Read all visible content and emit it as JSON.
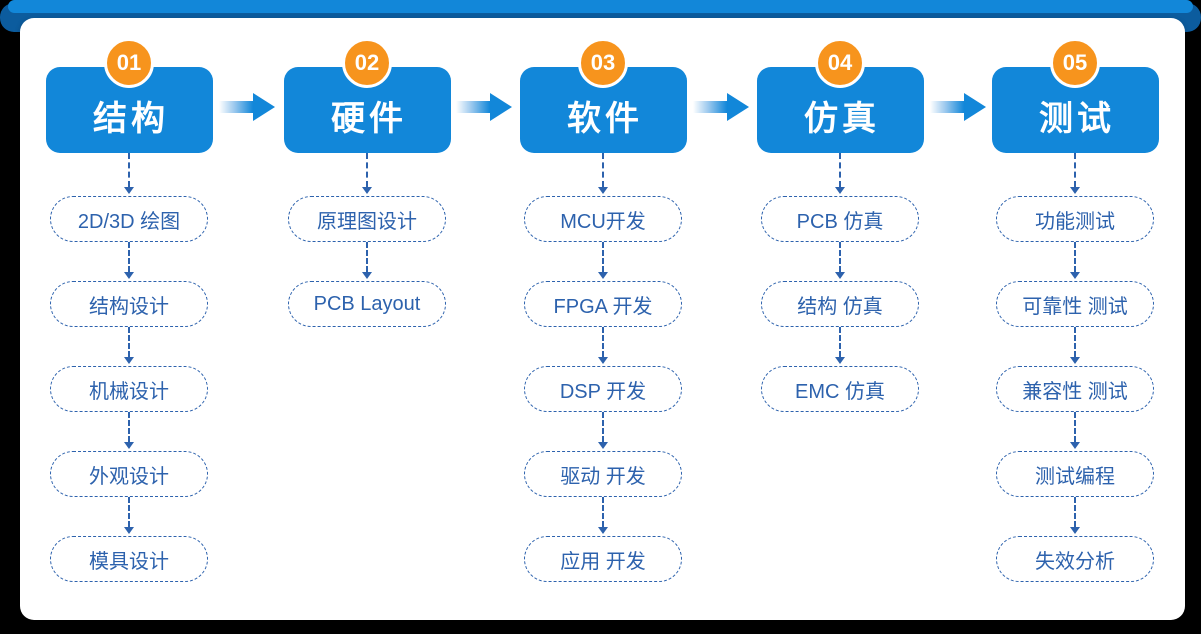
{
  "colors": {
    "azure": "#1287d9",
    "darkblue": "#0c5c9e",
    "orange": "#f7941d",
    "pillblue": "#2d62ad"
  },
  "icons": {
    "flow_arrow": "right-arrow-gradient",
    "step_connector": "dashed-down-arrow"
  },
  "stages": [
    {
      "number": "01",
      "title": "结构",
      "items": [
        "2D/3D 绘图",
        "结构设计",
        "机械设计",
        "外观设计",
        "模具设计"
      ]
    },
    {
      "number": "02",
      "title": "硬件",
      "items": [
        "原理图设计",
        "PCB Layout"
      ]
    },
    {
      "number": "03",
      "title": "软件",
      "items": [
        "MCU开发",
        "FPGA 开发",
        "DSP 开发",
        "驱动 开发",
        "应用 开发"
      ]
    },
    {
      "number": "04",
      "title": "仿真",
      "items": [
        "PCB 仿真",
        "结构 仿真",
        "EMC 仿真"
      ]
    },
    {
      "number": "05",
      "title": "测试",
      "items": [
        "功能测试",
        "可靠性 测试",
        "兼容性 测试",
        "测试编程",
        "失效分析"
      ]
    }
  ]
}
